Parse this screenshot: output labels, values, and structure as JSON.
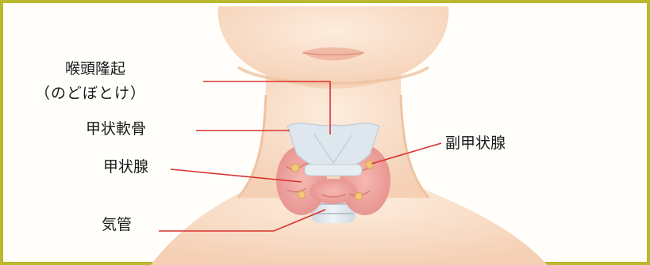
{
  "labels": {
    "laryngeal_prominence": "喉頭隆起",
    "laryngeal_prominence_reading": "（のどぼとけ）",
    "thyroid_cartilage": "甲状軟骨",
    "thyroid_gland": "甲状腺",
    "trachea": "気管",
    "parathyroid_gland": "副甲状腺"
  },
  "colors": {
    "frame": "#b9b82e",
    "skin": "#fbe3cf",
    "skin_shadow": "#f2c9ad",
    "gland": "#f1a6a1",
    "parathyroid": "#f2c97a",
    "cartilage": "#dde6ee",
    "leader_line": "#d9322e"
  }
}
